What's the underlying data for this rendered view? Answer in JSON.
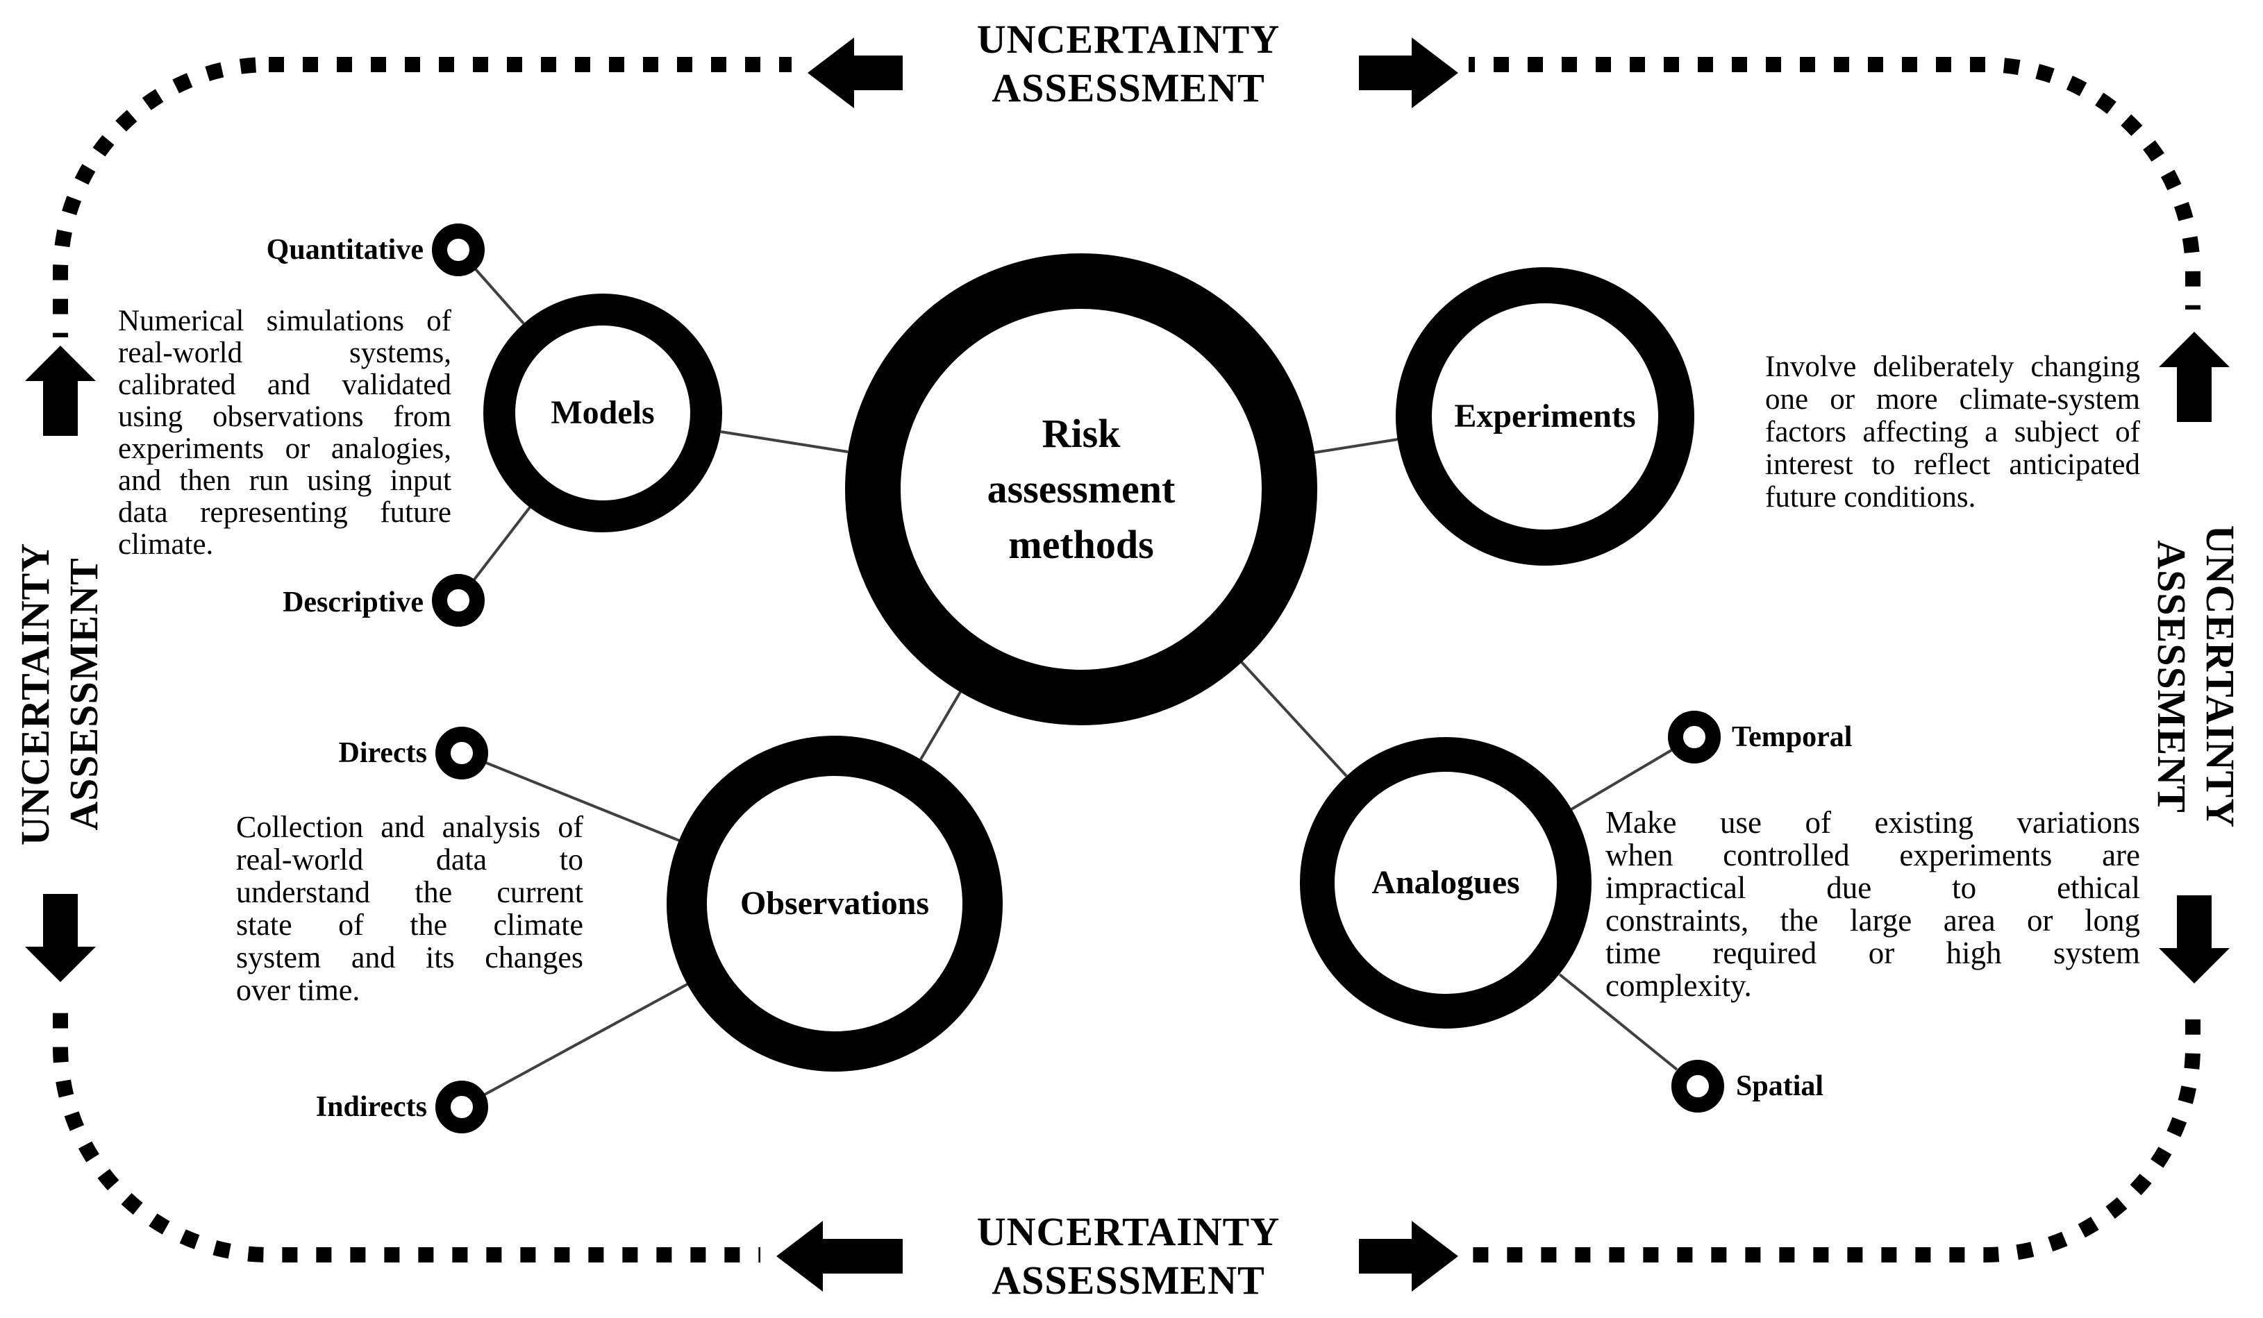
{
  "palette": {
    "ink": "#000000",
    "background": "#ffffff",
    "connector": "#404040"
  },
  "border_labels": {
    "top": {
      "line1": "UNCERTAINTY",
      "line2": "ASSESSMENT"
    },
    "bottom": {
      "line1": "UNCERTAINTY",
      "line2": "ASSESSMENT"
    },
    "left": {
      "line1": "UNCERTAINTY",
      "line2": "ASSESSMENT"
    },
    "right": {
      "line1": "UNCERTAINTY",
      "line2": "ASSESSMENT"
    }
  },
  "nodes": {
    "center": {
      "lines": [
        "Risk",
        "assessment",
        "methods"
      ]
    },
    "models": {
      "label": "Models",
      "sub_top": "Quantitative",
      "sub_bottom": "Descriptive",
      "desc": [
        "Numerical simulations of",
        "real-world systems,",
        "calibrated and validated",
        "using observations from",
        "experiments or analogies,",
        "and then run using input",
        "data representing future",
        "climate."
      ]
    },
    "experiments": {
      "label": "Experiments",
      "desc": [
        "Involve deliberately changing",
        "one or more climate-system",
        "factors affecting a subject of",
        "interest to reflect anticipated",
        "future conditions."
      ]
    },
    "observations": {
      "label": "Observations",
      "sub_top": "Directs",
      "sub_bottom": "Indirects",
      "desc": [
        "Collection and analysis of",
        "real-world data to",
        "understand the current",
        "state of the climate",
        "system and its changes",
        "over time."
      ]
    },
    "analogues": {
      "label": "Analogues",
      "sub_top": "Temporal",
      "sub_bottom": "Spatial",
      "desc": [
        "Make use of existing variations",
        "when controlled experiments are",
        "impractical due to ethical",
        "constraints, the large area or long",
        "time required or high system",
        "complexity."
      ]
    }
  }
}
